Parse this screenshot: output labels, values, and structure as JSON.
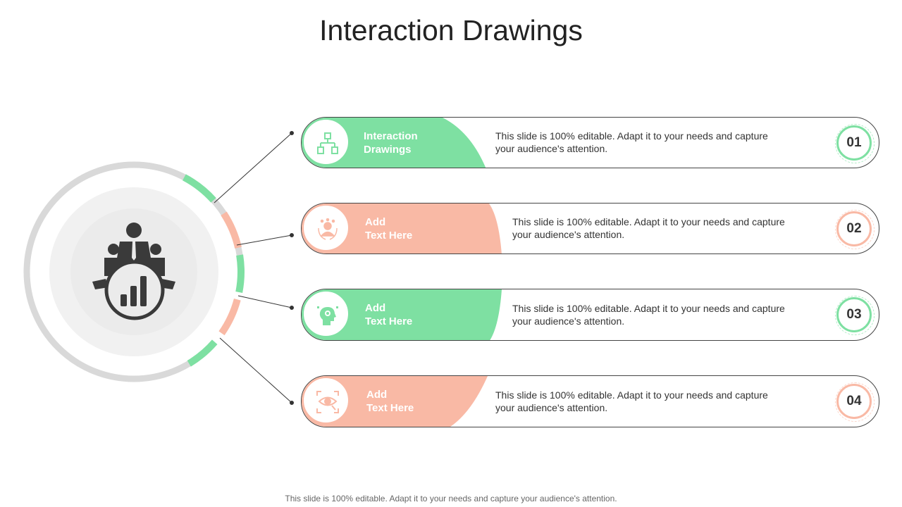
{
  "title": "Interaction Drawings",
  "footer": "This slide is 100% editable. Adapt it to your needs and capture your audience's attention.",
  "colors": {
    "green": "#7ee0a2",
    "salmon": "#f9b9a5",
    "ring_gray": "#d9d9d9",
    "inner_gray": "#eeeeee",
    "icon_dark": "#3a3a3a"
  },
  "center": {
    "icon": "team-growth-chart-icon"
  },
  "items": [
    {
      "number": "01",
      "label_line1": "Interaction",
      "label_line2": "Drawings",
      "description_line1": "This slide is 100% editable. Adapt it to your needs and capture",
      "description_line2": "your audience's attention.",
      "icon": "org-chart-icon",
      "color": "green"
    },
    {
      "number": "02",
      "label_line1": "Add",
      "label_line2": "Text Here",
      "description_line1": "This slide is 100% editable. Adapt it to your needs and capture",
      "description_line2": "your audience's attention.",
      "icon": "award-person-icon",
      "color": "salmon"
    },
    {
      "number": "03",
      "label_line1": "Add",
      "label_line2": "Text Here",
      "description_line1": "This slide is 100% editable. Adapt it to your needs and capture",
      "description_line2": "your audience's attention.",
      "icon": "head-gear-icon",
      "color": "green"
    },
    {
      "number": "04",
      "label_line1": "Add",
      "label_line2": "Text Here",
      "description_line1": "This slide is 100% editable. Adapt it to your needs and capture",
      "description_line2": "your audience's attention.",
      "icon": "eye-scan-icon",
      "color": "salmon"
    }
  ]
}
